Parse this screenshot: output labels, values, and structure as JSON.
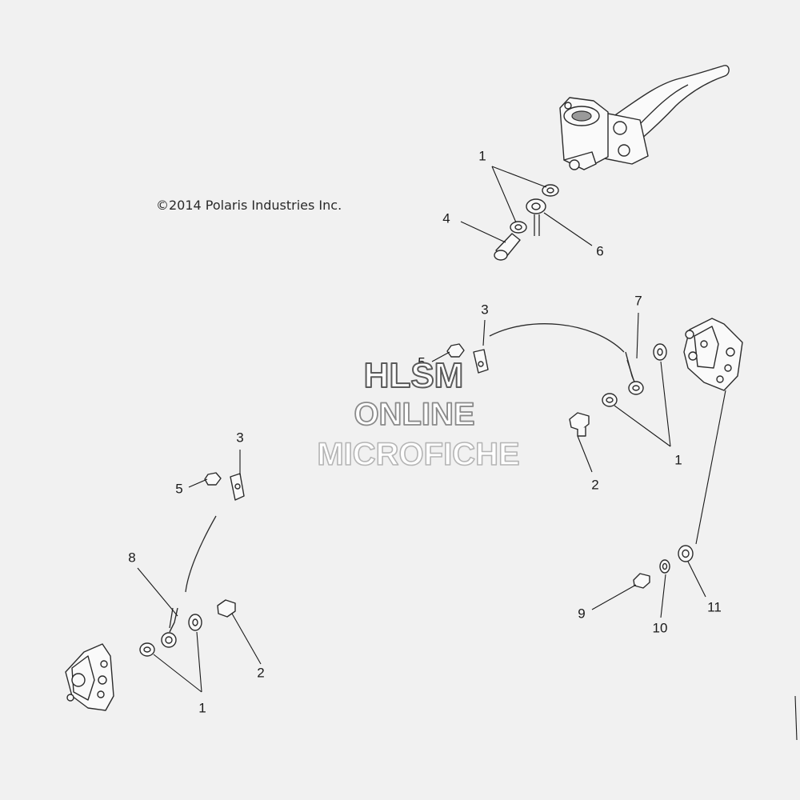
{
  "copyright": "©2014 Polaris Industries Inc.",
  "watermark": {
    "line1": "HLSM",
    "line2": "ONLINE",
    "line3": "MICROFICHE"
  },
  "callouts": {
    "c1_top": "1",
    "c4": "4",
    "c6": "6",
    "c3_mid": "3",
    "c7": "7",
    "c5_mid": "5",
    "c2_right": "2",
    "c1_right": "1",
    "c3_left": "3",
    "c5_left": "5",
    "c8": "8",
    "c2_left": "2",
    "c1_left": "1",
    "c9": "9",
    "c10": "10",
    "c11": "11"
  },
  "colors": {
    "background": "#f1f1f1",
    "line": "#2b2b2b",
    "watermark_stroke": "#8c8c8c"
  }
}
